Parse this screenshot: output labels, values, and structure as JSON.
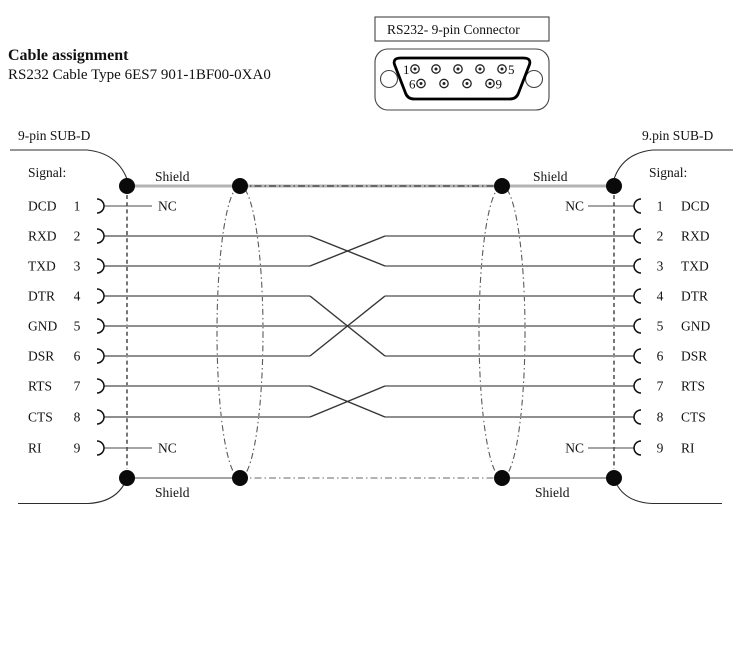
{
  "page": {
    "title": "Cable assignment",
    "subtitle": "RS232 Cable Type 6ES7 901-1BF00-0XA0"
  },
  "connector_panel": {
    "label": "RS232- 9-pin Connector",
    "pin1": "1",
    "pin5": "5",
    "pin6": "6",
    "pin9": "9"
  },
  "left_connector": {
    "header": "9-pin SUB-D",
    "signal_heading": "Signal:",
    "shield_top": "Shield",
    "shield_bottom": "Shield",
    "nc_pin1": "NC",
    "nc_pin9": "NC",
    "pins": [
      {
        "signal": "DCD",
        "number": "1"
      },
      {
        "signal": "RXD",
        "number": "2"
      },
      {
        "signal": "TXD",
        "number": "3"
      },
      {
        "signal": "DTR",
        "number": "4"
      },
      {
        "signal": "GND",
        "number": "5"
      },
      {
        "signal": "DSR",
        "number": "6"
      },
      {
        "signal": "RTS",
        "number": "7"
      },
      {
        "signal": "CTS",
        "number": "8"
      },
      {
        "signal": "RI",
        "number": "9"
      }
    ]
  },
  "right_connector": {
    "header": "9.pin SUB-D",
    "signal_heading": "Signal:",
    "shield_top": "Shield",
    "shield_bottom": "Shield",
    "nc_pin1": "NC",
    "nc_pin9": "NC",
    "pins": [
      {
        "signal": "DCD",
        "number": "1"
      },
      {
        "signal": "RXD",
        "number": "2"
      },
      {
        "signal": "TXD",
        "number": "3"
      },
      {
        "signal": "DTR",
        "number": "4"
      },
      {
        "signal": "GND",
        "number": "5"
      },
      {
        "signal": "DSR",
        "number": "6"
      },
      {
        "signal": "RTS",
        "number": "7"
      },
      {
        "signal": "CTS",
        "number": "8"
      },
      {
        "signal": "RI",
        "number": "9"
      }
    ]
  },
  "wiring": {
    "straight_connections": [
      "5-5"
    ],
    "crossed_connections": [
      "2-3",
      "3-2",
      "4-6",
      "6-4",
      "7-8",
      "8-7"
    ],
    "not_connected_pins": [
      "1",
      "9"
    ],
    "shield_connected_both_ends": true
  }
}
